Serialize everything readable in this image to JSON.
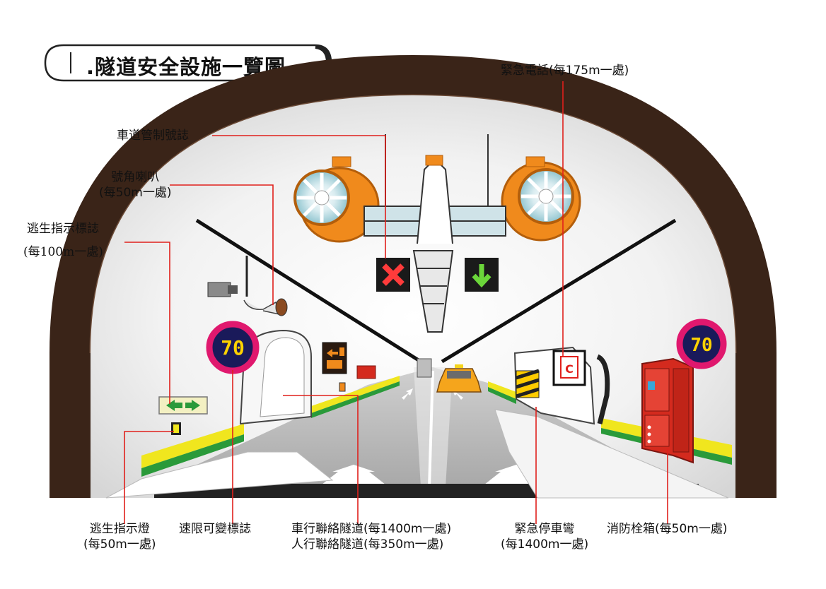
{
  "title": ".隧道安全設施一覽圖",
  "speed_limit_value": "70",
  "phone_symbol": "C",
  "labels": {
    "emergency_phone": "緊急電話(每175m一處)",
    "lane_control": "車道管制號誌",
    "horn_line1": "號角喇叭",
    "horn_line2": "(每50m一處)",
    "escape_sign_line1": "逃生指示標誌",
    "escape_sign_line2": "(每100m一處)",
    "escape_light_line1": "逃生指示燈",
    "escape_light_line2": "(每50m一處)",
    "speed_sign": "速限可變標誌",
    "cross_tunnel_line1": "車行聯絡隧道(每1400m一處)",
    "cross_tunnel_line2": "人行聯絡隧道(每350m一處)",
    "emergency_bay_line1": "緊急停車彎",
    "emergency_bay_line2": "(每1400m一處)",
    "hydrant": "消防栓箱(每50m一處)"
  },
  "colors": {
    "leader": "#e0201c",
    "tunnel_wall": "#3a2418",
    "fan": "#f08a1c",
    "sign_ring": "#e0186e",
    "sign_bg": "#1a1a5a",
    "sign_digit": "#ffd200",
    "curb_yellow": "#f0e61e",
    "curb_green": "#2a9a3a",
    "hydrant": "#d42a1e"
  }
}
